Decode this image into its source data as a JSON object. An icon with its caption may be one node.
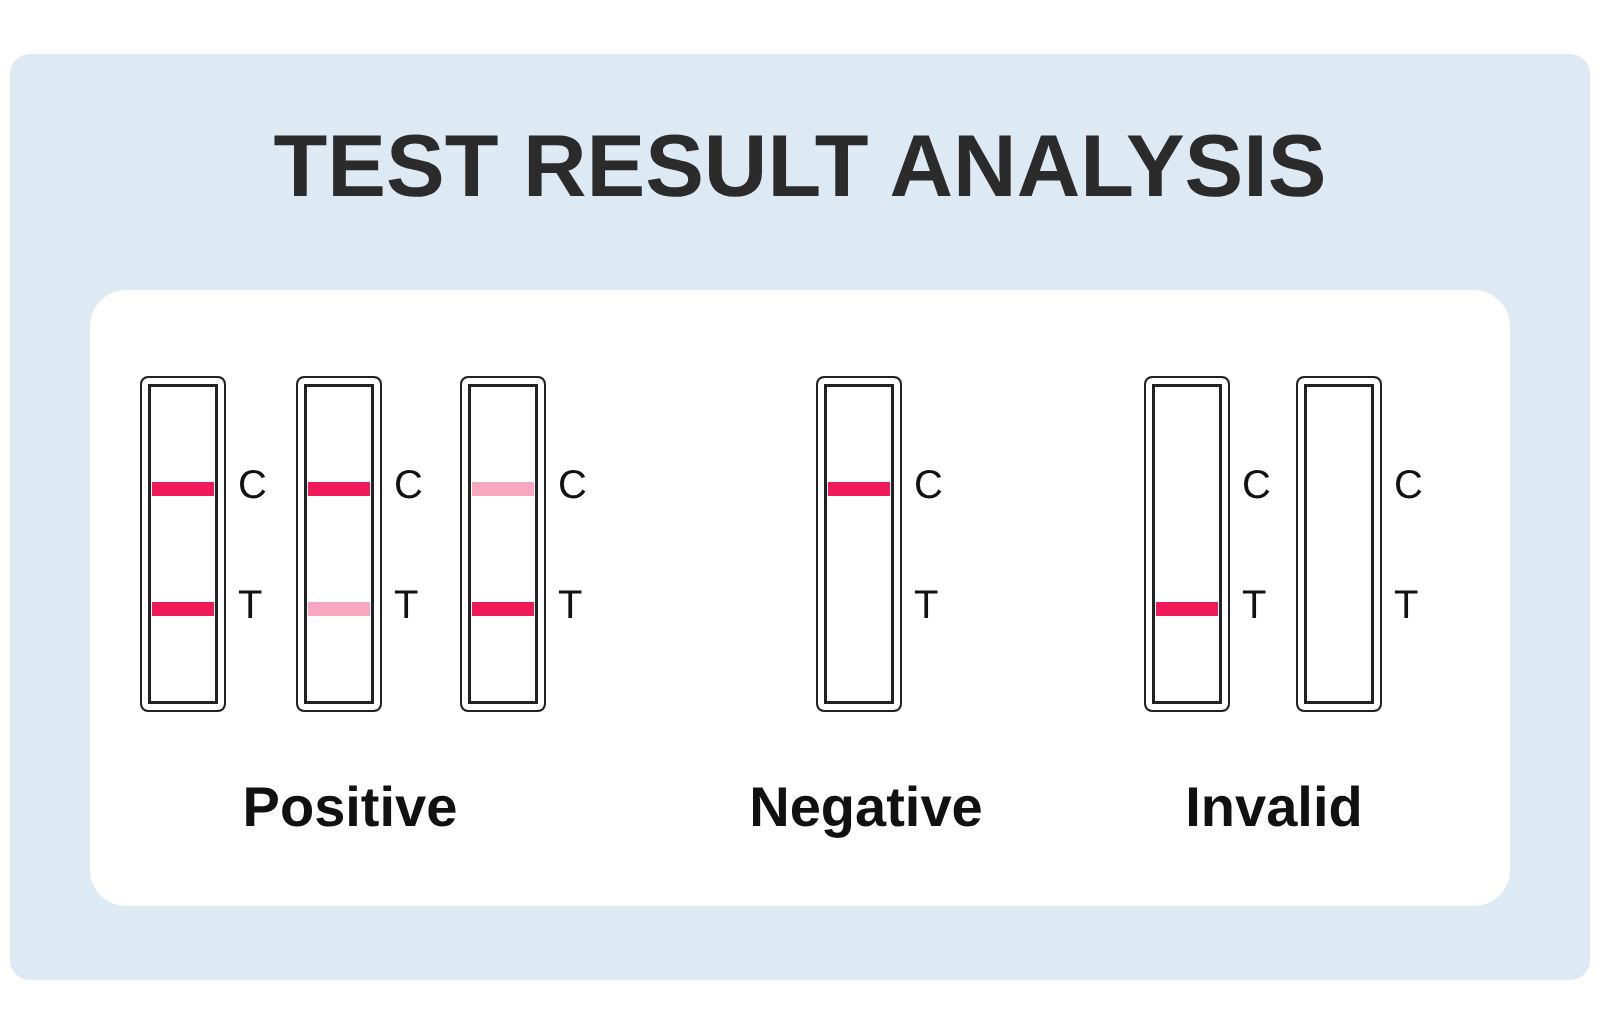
{
  "diagram": {
    "title": "TEST RESULT ANALYSIS",
    "nodes": [
      {
        "text": [],
        "shape": "bar",
        "beside": [
          "C",
          "T"
        ]
      },
      {
        "text": [],
        "shape": "bar",
        "beside": [
          "C",
          "T"
        ]
      },
      {
        "text": [],
        "shape": "bar",
        "beside": [
          "C",
          "T"
        ]
      },
      {
        "text": [],
        "shape": "bar",
        "beside": [
          "C",
          "T"
        ]
      },
      {
        "text": [],
        "shape": "bar",
        "beside": [
          "C",
          "T"
        ]
      },
      {
        "text": [],
        "shape": "bar",
        "beside": [
          "C",
          "T"
        ]
      }
    ],
    "edges": [],
    "labels": [
      "Positive",
      "Negative",
      "Invalid"
    ]
  }
}
